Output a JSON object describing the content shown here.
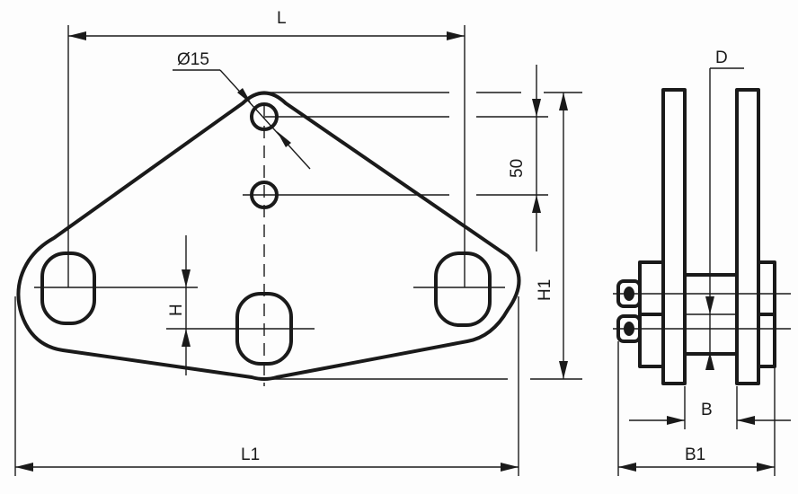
{
  "drawing": {
    "labels": {
      "L": "L",
      "L1": "L1",
      "H": "H",
      "H1": "H1",
      "dim50": "50",
      "diameter": "Ø15",
      "D": "D",
      "B": "B",
      "B1": "B1"
    }
  }
}
